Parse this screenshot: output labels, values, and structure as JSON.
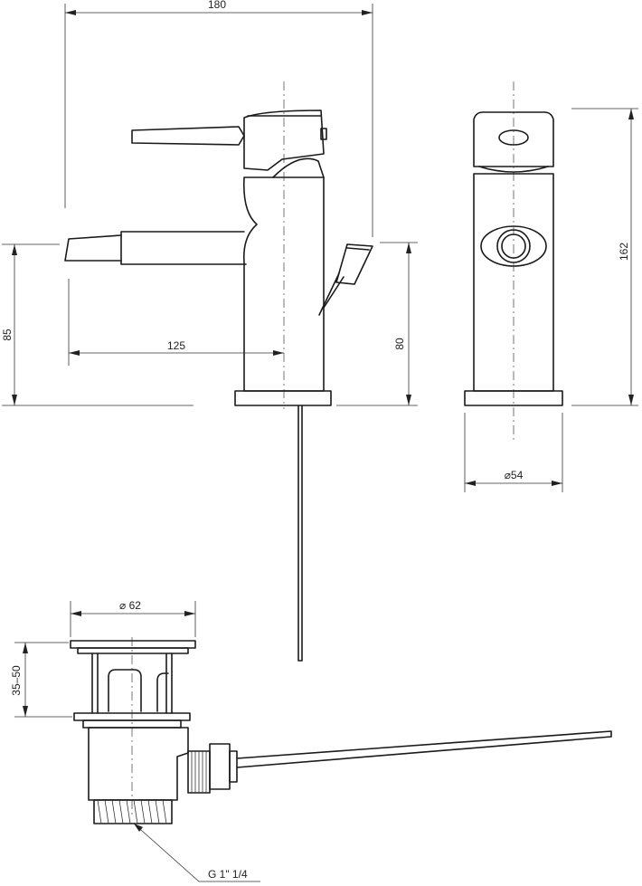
{
  "dimensions": {
    "overall_width": "180",
    "spout_reach": "125",
    "spout_height": "85",
    "lever_height": "80",
    "total_height": "162",
    "base_diameter": "⌀54",
    "waste_diameter": "⌀ 62",
    "waste_adjust": "35–50",
    "waste_thread": "G 1\" 1/4"
  },
  "colors": {
    "line": "#1a1a1a",
    "background": "#ffffff"
  }
}
